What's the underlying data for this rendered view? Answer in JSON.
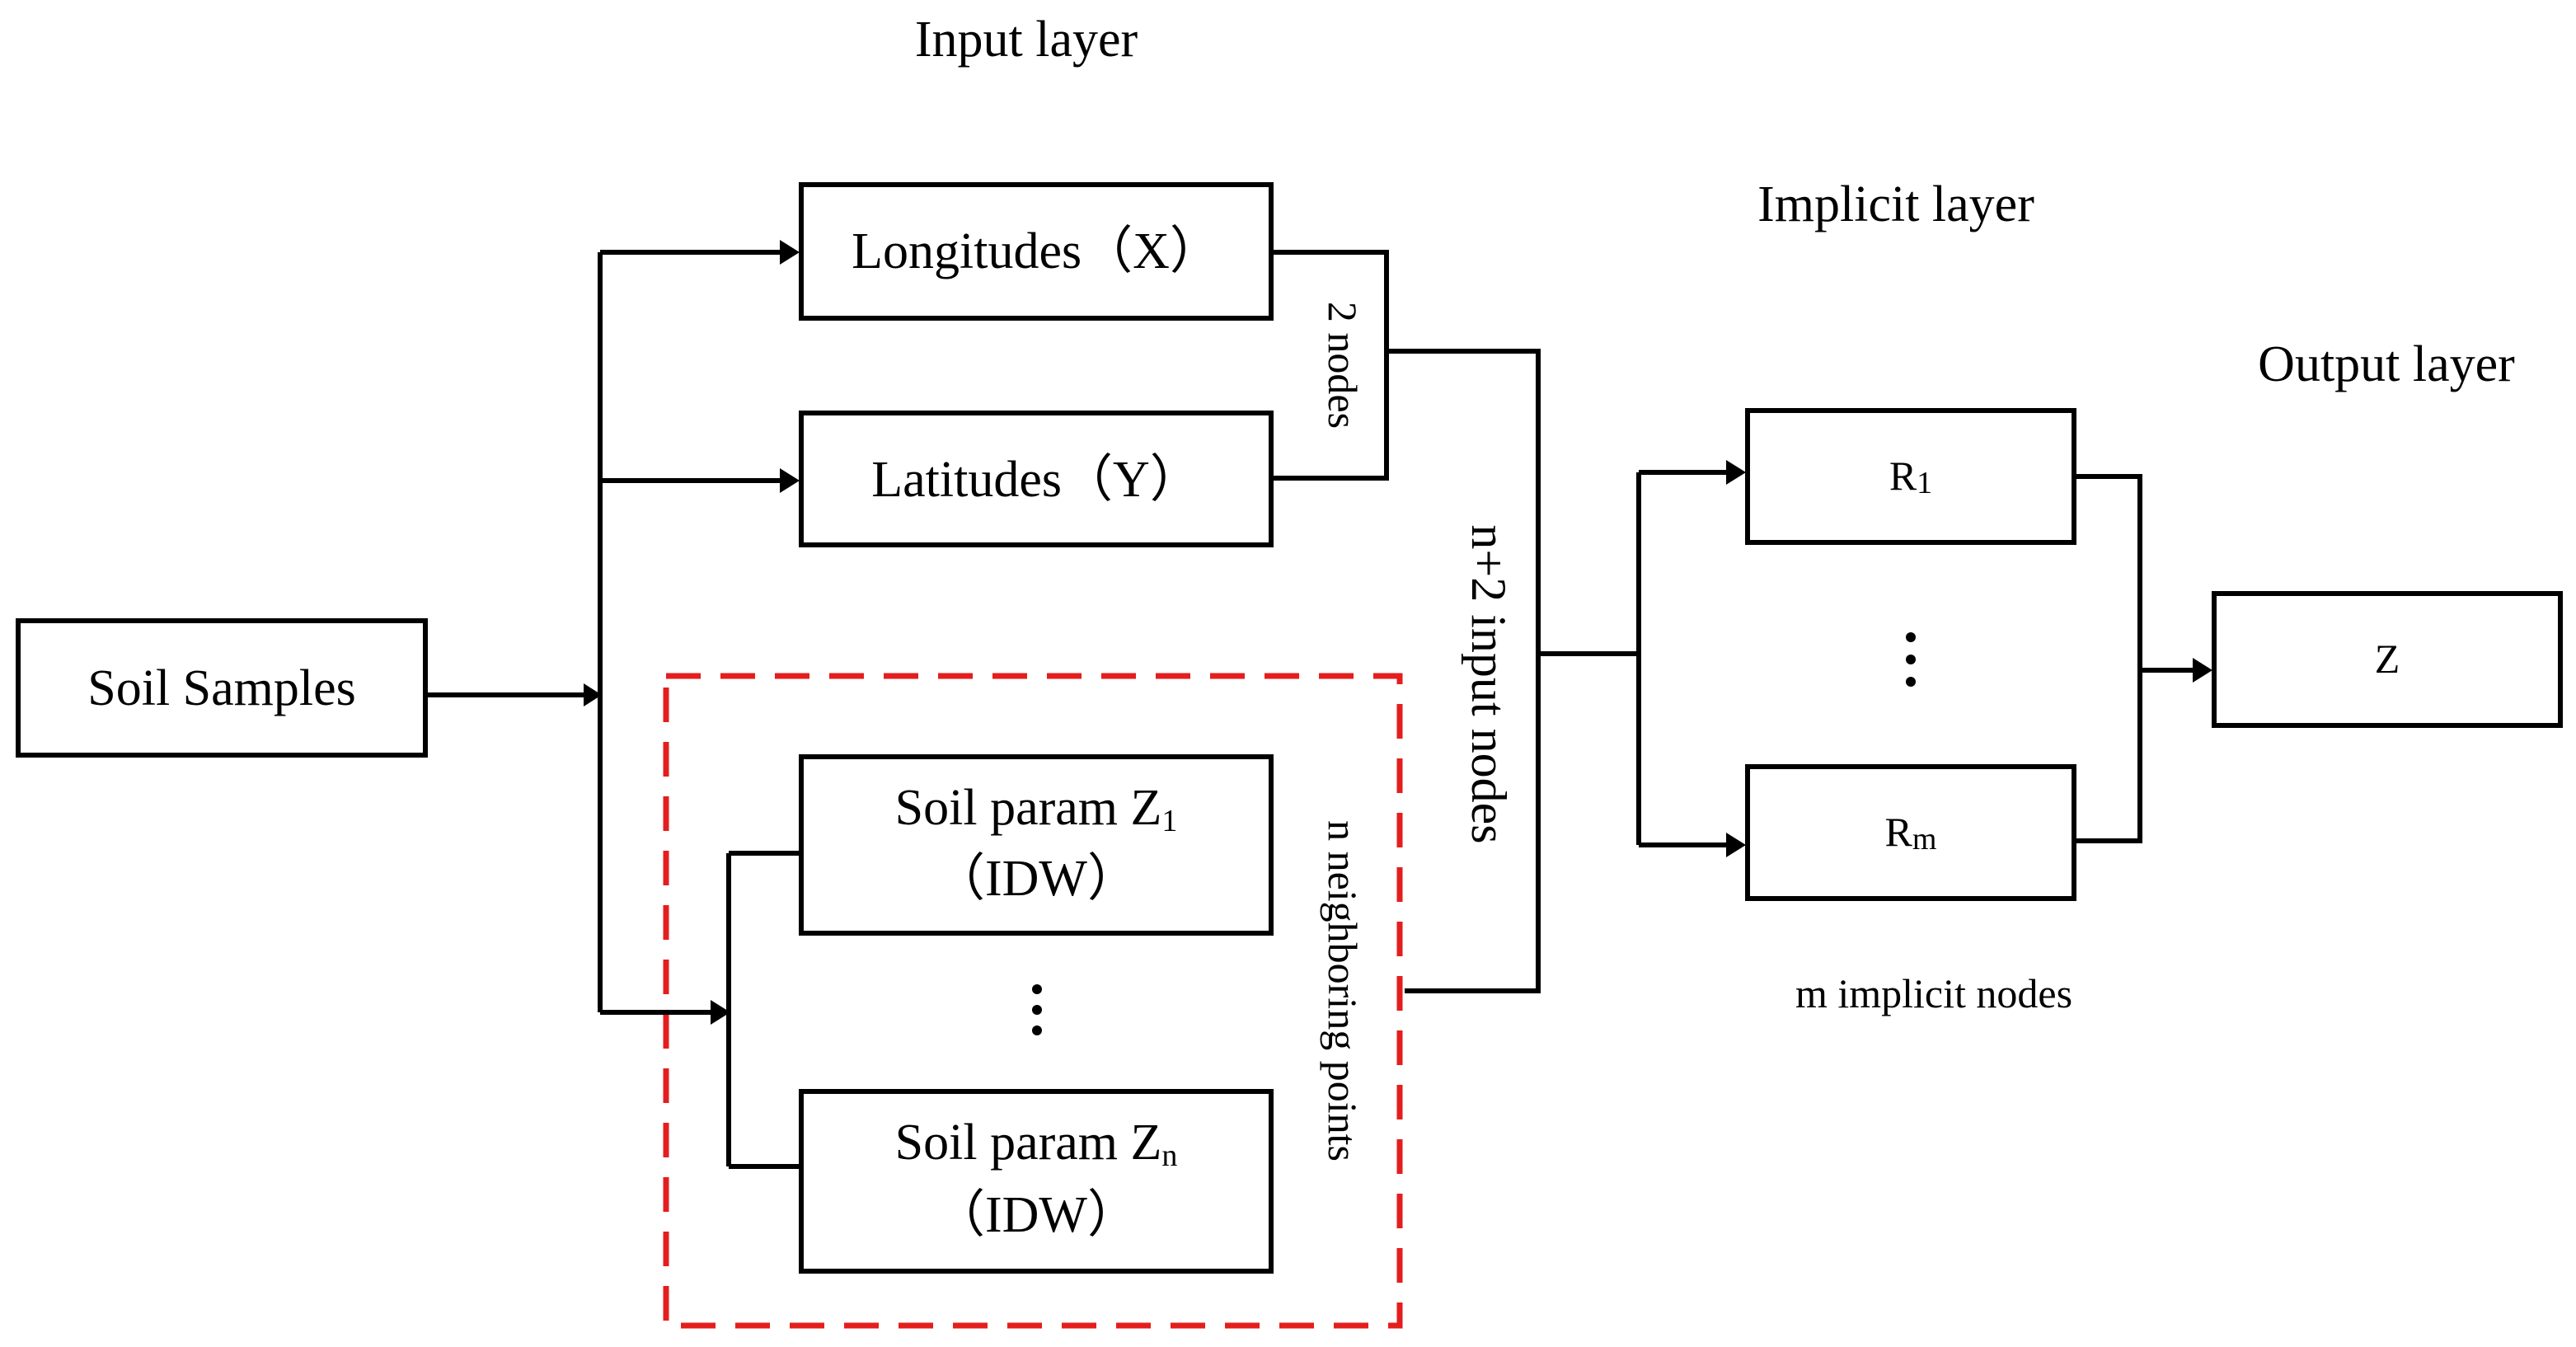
{
  "layers": {
    "input": "Input layer",
    "implicit": "Implicit layer",
    "output": "Output layer"
  },
  "boxes": {
    "soil_samples": "Soil Samples",
    "longitudes": "Longitudes（X）",
    "latitudes": "Latitudes（Y）",
    "soil_param_1": {
      "main": "Soil param Z",
      "sub": "1",
      "line2": "（IDW）"
    },
    "soil_param_n": {
      "main": "Soil param Z",
      "sub": "n",
      "line2": "（IDW）"
    },
    "r1": {
      "main": "R",
      "sub": "1"
    },
    "rm": {
      "main": "R",
      "sub": "m"
    },
    "z": "Z"
  },
  "annotations": {
    "two_nodes": "2 nodes",
    "input_nodes": "n+2  input nodes",
    "neighboring_points": "n neighboring points",
    "implicit_nodes": "m implicit nodes"
  },
  "colors": {
    "line": "#000000",
    "highlight_dash": "#e41e1e"
  }
}
